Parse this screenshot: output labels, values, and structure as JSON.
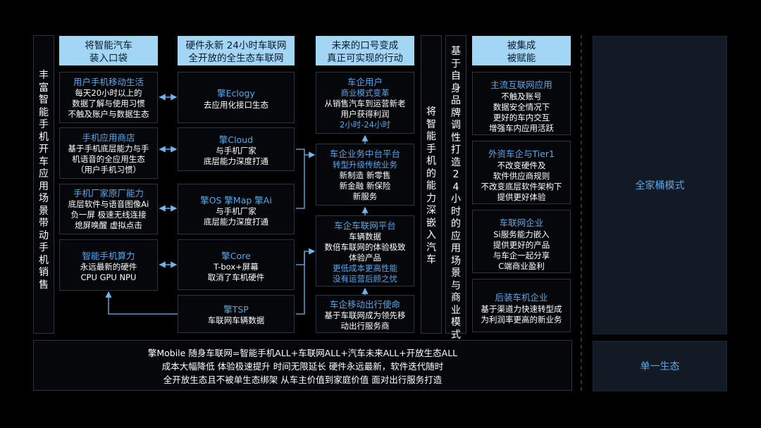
{
  "left_vertical": "丰富智能手机开车应用场景 带动手机销售",
  "middle_vertical": "将智能手机的能力深嵌入汽车",
  "right_vertical": "基于自身品牌调性打造24小时的应用场景与商业模式",
  "headers": {
    "col1": [
      "将智能汽车",
      "装入口袋"
    ],
    "col2": [
      "硬件永新 24小时车联网",
      "全开放的全生态车联网"
    ],
    "col3": [
      "未来的口号变成",
      "真正可实现的行动"
    ],
    "col4": [
      "被集成",
      "被赋能"
    ]
  },
  "col1": [
    {
      "title": "用户手机移动生活",
      "lines": [
        "每天20小时以上的",
        "数据了解与使用习惯",
        "不触及账户与数据生态"
      ]
    },
    {
      "title": "手机应用商店",
      "lines": [
        "基于手机底层能力与手",
        "机语音的全应用生态",
        "（用户手机习惯）"
      ]
    },
    {
      "title": "手机厂家原厂能力",
      "lines": [
        "底层软件与语音图像Ai",
        "负一屏 极速无线连接",
        "熄屏唤醒  虚拟点击"
      ]
    },
    {
      "title": "智能手机算力",
      "lines": [
        "永远最新的硬件",
        "CPU GPU NPU"
      ]
    }
  ],
  "col2": [
    {
      "title": "擎Eclogy",
      "lines": [
        "去应用化接口生态"
      ]
    },
    {
      "title": "擎Cloud",
      "lines": [
        "与手机厂家",
        "底层能力深度打通"
      ]
    },
    {
      "title": "擎OS 擎Map 擎Ai",
      "lines": [
        "与手机厂家",
        "底层能力深度打通"
      ]
    },
    {
      "title": "擎Core",
      "lines": [
        "T-box+屏幕",
        "取消了车机硬件"
      ]
    },
    {
      "title": "擎TSP",
      "lines": [
        "车联网车辆数据"
      ]
    }
  ],
  "col3": [
    {
      "title": "车企用户",
      "lines": [
        {
          "t": "商业模式变革",
          "b": true
        },
        {
          "t": "从销售汽车到运营新老",
          "b": false
        },
        {
          "t": "用户获得利润",
          "b": false
        },
        {
          "t": "2小时-24小时",
          "b": true
        }
      ]
    },
    {
      "title": "车企业务中台平台",
      "lines": [
        {
          "t": "转型升级传统业务",
          "b": true
        },
        {
          "t": "新制造 新零售",
          "b": false
        },
        {
          "t": "新金融 新保险",
          "b": false
        },
        {
          "t": "新服务",
          "b": false
        }
      ]
    },
    {
      "title": "车企车联网平台",
      "lines": [
        {
          "t": "车辆数据",
          "b": false
        },
        {
          "t": "数倍车联网的体验极致",
          "b": false
        },
        {
          "t": "体验产品",
          "b": false
        },
        {
          "t": "更低成本更高性能",
          "b": true
        },
        {
          "t": "没有运营后顾之忧",
          "b": true
        }
      ]
    },
    {
      "title": "车企移动出行使命",
      "lines": [
        {
          "t": "基于车联网成为领先移",
          "b": false
        },
        {
          "t": "动出行服务商",
          "b": false
        }
      ]
    }
  ],
  "col4": [
    {
      "title": "主流互联网应用",
      "lines": [
        "不触及账号",
        "数据安全情况下",
        "更好的车内交互",
        "增强车内应用活跃"
      ]
    },
    {
      "title": "外资车企与Tier1",
      "lines": [
        "不改变硬件及",
        "软件供应商规则",
        "不改变底层软件架构下",
        "提供更好体验"
      ]
    },
    {
      "title": "车联网企业",
      "lines": [
        "Si服务能力嵌入",
        "提供更好的产品",
        "与车企一起分享",
        "C端商业盈利"
      ]
    },
    {
      "title": "后装车机企业",
      "lines": [
        "基于渠道力快速转型成",
        "为利润率更高的新业务"
      ]
    }
  ],
  "bottom": [
    "擎Mobile 随身车联网=智能手机ALL+车联网ALL+汽车未来ALL+开放生态ALL",
    "成本大幅降低 体验极速提升 时间无限延长 硬件永远最新，软件迭代随时",
    "全开放生态且不被单生态绑架 从车主价值到家庭价值 面对出行服务打造"
  ],
  "right_panels": [
    "全家桶模式",
    "单一生态"
  ],
  "colors": {
    "accent": "#5aa8e8",
    "header_bg": "#a3d6f5",
    "panel_bg": "#121a25",
    "border": "#2a3442"
  }
}
